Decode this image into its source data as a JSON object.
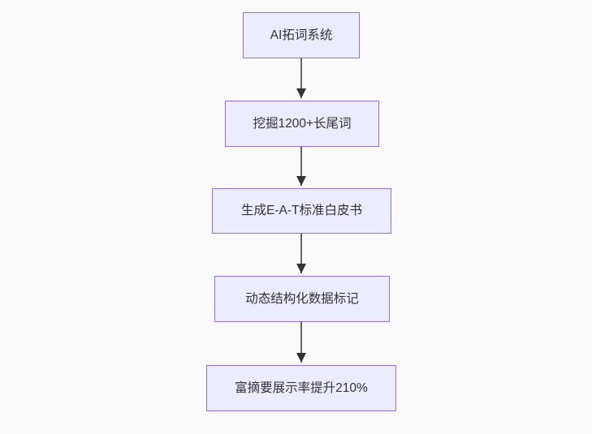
{
  "diagram": {
    "type": "flowchart-top-down",
    "colors": {
      "background": "#fafafa",
      "node_fill": "#ececff",
      "node_border": "#9370db",
      "text": "#333333",
      "arrow": "#333333"
    },
    "nodes": [
      {
        "id": "n1",
        "label": "AI拓词系统"
      },
      {
        "id": "n2",
        "label": "挖掘1200+长尾词"
      },
      {
        "id": "n3",
        "label": "生成E-A-T标准白皮书"
      },
      {
        "id": "n4",
        "label": "动态结构化数据标记"
      },
      {
        "id": "n5",
        "label": "富摘要展示率提升210%"
      }
    ],
    "edges": [
      {
        "from": "n1",
        "to": "n2"
      },
      {
        "from": "n2",
        "to": "n3"
      },
      {
        "from": "n3",
        "to": "n4"
      },
      {
        "from": "n4",
        "to": "n5"
      }
    ]
  }
}
